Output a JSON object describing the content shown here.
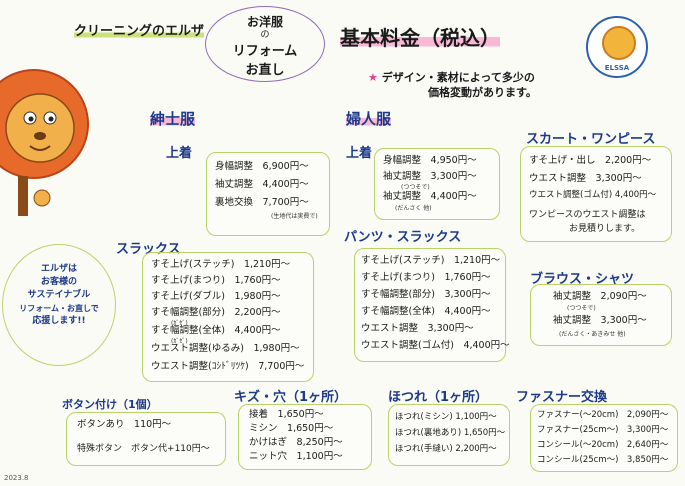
{
  "shop_name": "クリーニングのエルザ",
  "header_oval": [
    "お洋服",
    "の",
    "リフォーム",
    "お直し"
  ],
  "main_title": "基本料金（税込）",
  "notice_star": "★",
  "notice_line1": "デザイン・素材によって多少の",
  "notice_line2": "価格変動があります。",
  "logo_text": "ELSSA",
  "mascot_message": [
    "エルザは",
    "お客様の",
    "サステイナブル",
    "リフォーム・お直しで",
    "応援します!!"
  ],
  "mens": {
    "title": "紳士服",
    "jacket": {
      "label": "上着",
      "items": [
        {
          "name": "身幅調整",
          "price": "6,900円～"
        },
        {
          "name": "袖丈調整",
          "price": "4,400円～"
        },
        {
          "name": "裏地交換",
          "price": "7,700円～"
        }
      ],
      "note": "(生地代は実費で)"
    },
    "slacks": {
      "label": "スラックス",
      "items": [
        {
          "name": "すそ上げ(ステッチ)",
          "price": "1,210円～"
        },
        {
          "name": "すそ上げ(まつり)",
          "price": "1,760円～"
        },
        {
          "name": "すそ上げ(ダブル)",
          "price": "1,980円～"
        },
        {
          "name": "すそ幅調整(部分)",
          "price": "2,200円～"
        },
        {
          "name": "すそ幅調整(全体)",
          "price": "4,400円～"
        },
        {
          "name": "ウエスト調整(ゆるみ)",
          "price": "1,980円～"
        },
        {
          "name": "ウエスト調整(ｺｼﾄﾞﾘﾂｹ)",
          "price": "7,700円～"
        }
      ],
      "note1": "(ｶﾞｾﾞ)",
      "note2": "(ｶﾞｾﾞ)"
    }
  },
  "womens": {
    "title": "婦人服",
    "jacket": {
      "label": "上着",
      "items": [
        {
          "name": "身幅調整",
          "price": "4,950円～"
        },
        {
          "name": "袖丈調整",
          "price": "3,300円～"
        },
        {
          "name": "袖丈調整",
          "price": "4,400円～"
        }
      ],
      "note1": "(つつそで)",
      "note2": "(だんさく 他)"
    },
    "pants": {
      "label": "パンツ・スラックス",
      "items": [
        {
          "name": "すそ上げ(ステッチ)",
          "price": "1,210円～"
        },
        {
          "name": "すそ上げ(まつり)",
          "price": "1,760円～"
        },
        {
          "name": "すそ幅調整(部分)",
          "price": "3,300円～"
        },
        {
          "name": "すそ幅調整(全体)",
          "price": "4,400円～"
        },
        {
          "name": "ウエスト調整",
          "price": "3,300円～"
        },
        {
          "name": "ウエスト調整(ゴム付)",
          "price": "4,400円～"
        }
      ]
    }
  },
  "skirt": {
    "title": "スカート・ワンピース",
    "items": [
      {
        "name": "すそ上げ・出し",
        "price": "2,200円～"
      },
      {
        "name": "ウエスト調整",
        "price": "3,300円～"
      },
      {
        "name": "ウエスト調整(ゴム付)",
        "price": "4,400円～"
      }
    ],
    "note1": "ワンピースのウエスト調整は",
    "note2": "お見積りします。"
  },
  "blouse": {
    "title": "ブラウス・シャツ",
    "items": [
      {
        "name": "袖丈調整",
        "price": "2,090円～"
      },
      {
        "name": "袖丈調整",
        "price": "3,300円～"
      }
    ],
    "note1": "(つつそで)",
    "note2": "(だんさく・あきみせ 他)"
  },
  "buttons": {
    "title": "ボタン付け（1個）",
    "items": [
      {
        "name": "ボタンあり",
        "price": "110円～"
      },
      {
        "name": "特殊ボタン",
        "price": "ボタン代+110円～"
      }
    ]
  },
  "holes": {
    "title": "キズ・穴（1ヶ所）",
    "items": [
      {
        "name": "接着",
        "price": "1,650円～"
      },
      {
        "name": "ミシン",
        "price": "1,650円～"
      },
      {
        "name": "かけはぎ",
        "price": "8,250円～"
      },
      {
        "name": "ニット穴",
        "price": "1,100円～"
      }
    ]
  },
  "fraying": {
    "title": "ほつれ（1ヶ所）",
    "items": [
      {
        "name": "ほつれ(ミシン)",
        "price": "1,100円～"
      },
      {
        "name": "ほつれ(裏地あり)",
        "price": "1,650円～"
      },
      {
        "name": "ほつれ(手縫い)",
        "price": "2,200円～"
      }
    ]
  },
  "zipper": {
    "title": "ファスナー交換",
    "items": [
      {
        "name": "ファスナー(～20cm)",
        "price": "2,090円～"
      },
      {
        "name": "ファスナー(25cm～)",
        "price": "3,300円～"
      },
      {
        "name": "コンシール(～20cm)",
        "price": "2,640円～"
      },
      {
        "name": "コンシール(25cm～)",
        "price": "3,850円～"
      }
    ]
  },
  "date": "2023.8"
}
